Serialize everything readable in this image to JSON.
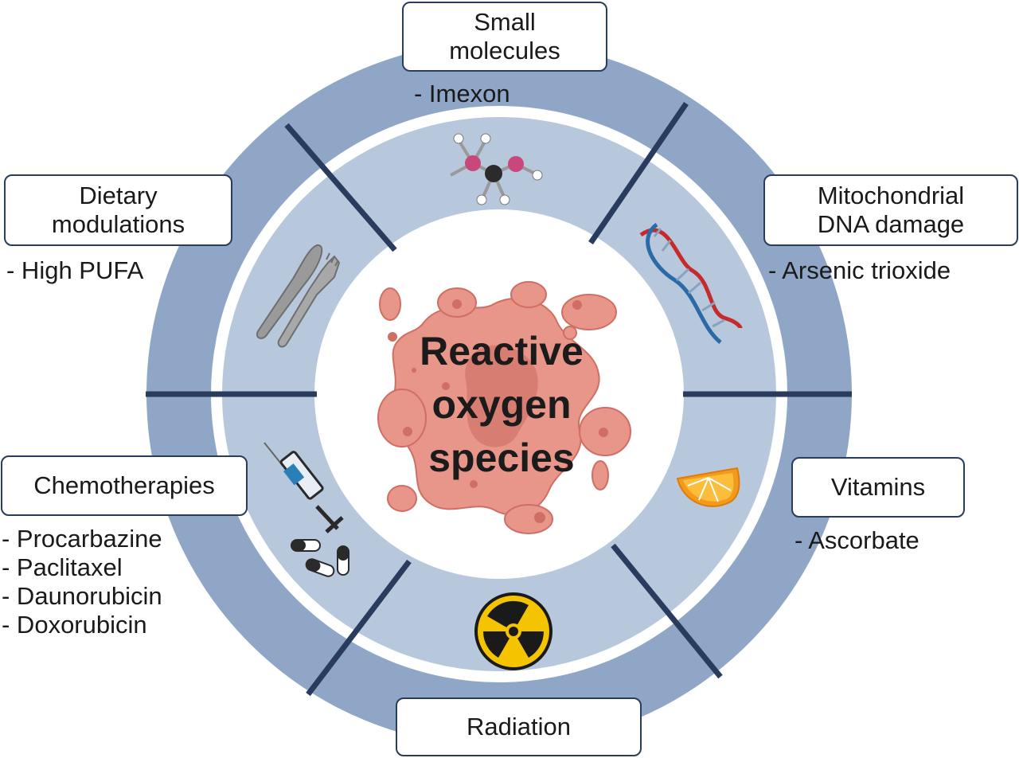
{
  "center": {
    "lines": [
      "Reactive",
      "oxygen",
      "species"
    ]
  },
  "categories": [
    {
      "id": "small-molecules",
      "label_lines": [
        "Small",
        "molecules"
      ],
      "items": [
        "- Imexon"
      ],
      "icon": "molecule-icon"
    },
    {
      "id": "mitochondrial-dna-damage",
      "label_lines": [
        "Mitochondrial",
        "DNA damage"
      ],
      "items": [
        "- Arsenic trioxide"
      ],
      "icon": "dna-helix-icon"
    },
    {
      "id": "vitamins",
      "label_lines": [
        "Vitamins"
      ],
      "items": [
        "- Ascorbate"
      ],
      "icon": "orange-slice-icon"
    },
    {
      "id": "radiation",
      "label_lines": [
        "Radiation"
      ],
      "items": [],
      "icon": "radiation-symbol-icon"
    },
    {
      "id": "chemotherapies",
      "label_lines": [
        "Chemotherapies"
      ],
      "items": [
        "- Procarbazine",
        "- Paclitaxel",
        "- Daunorubicin",
        "- Doxorubicin"
      ],
      "icon": "syringe-pills-icon"
    },
    {
      "id": "dietary-modulations",
      "label_lines": [
        "Dietary",
        "modulations"
      ],
      "items": [
        "- High PUFA"
      ],
      "icon": "knife-fork-icon"
    }
  ],
  "colors": {
    "outer_ring": "#8fa6c6",
    "inner_ring": "#b7c8dc",
    "divider": "#2a3c5e",
    "box_border": "#2a3c5e",
    "ros_blob": "#e8958a",
    "ros_blob_dark": "#d87d72"
  }
}
